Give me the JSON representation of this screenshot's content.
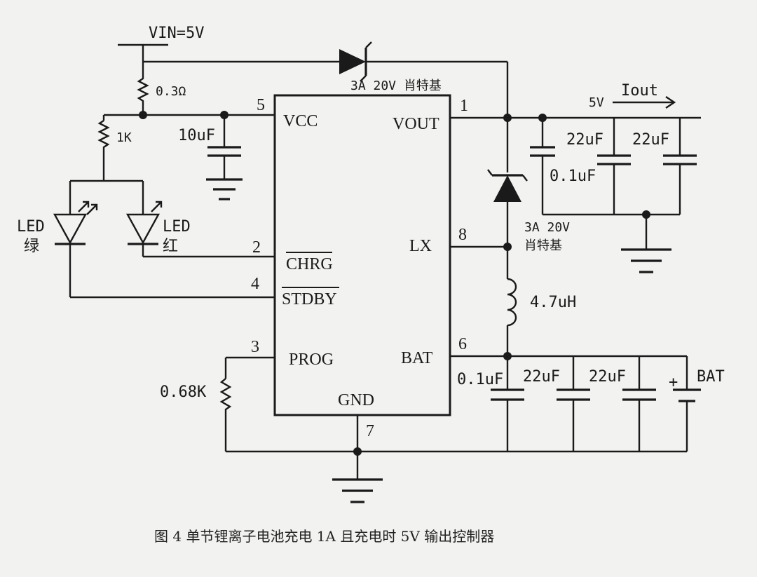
{
  "vin": "VIN=5V",
  "r_sense": "0.3Ω",
  "r_1k": "1K",
  "r_prog": "0.68K",
  "c_vcc": "10uF",
  "led_green": [
    "LED",
    "绿"
  ],
  "led_red": [
    "LED",
    "红"
  ],
  "diode_top": "3A 20V 肖特基",
  "diode_right": [
    "3A 20V",
    "肖特基"
  ],
  "inductor": "4.7uH",
  "out_voltage": "5V",
  "out_current": "Iout",
  "c_out": [
    "0.1uF",
    "22uF",
    "22uF"
  ],
  "c_bat": [
    "0.1uF",
    "22uF",
    "22uF"
  ],
  "battery": "BAT",
  "battery_plus": "+",
  "ic": {
    "vcc": "VCC",
    "chrg": "CHRG",
    "stdby": "STDBY",
    "prog": "PROG",
    "vout": "VOUT",
    "lx": "LX",
    "bat": "BAT",
    "gnd": "GND"
  },
  "pins": {
    "vcc": "5",
    "chrg": "2",
    "stdby": "4",
    "prog": "3",
    "vout": "1",
    "lx": "8",
    "bat": "6",
    "gnd": "7"
  },
  "caption": "图 4  单节锂离子电池充电 1A 且充电时 5V 输出控制器"
}
